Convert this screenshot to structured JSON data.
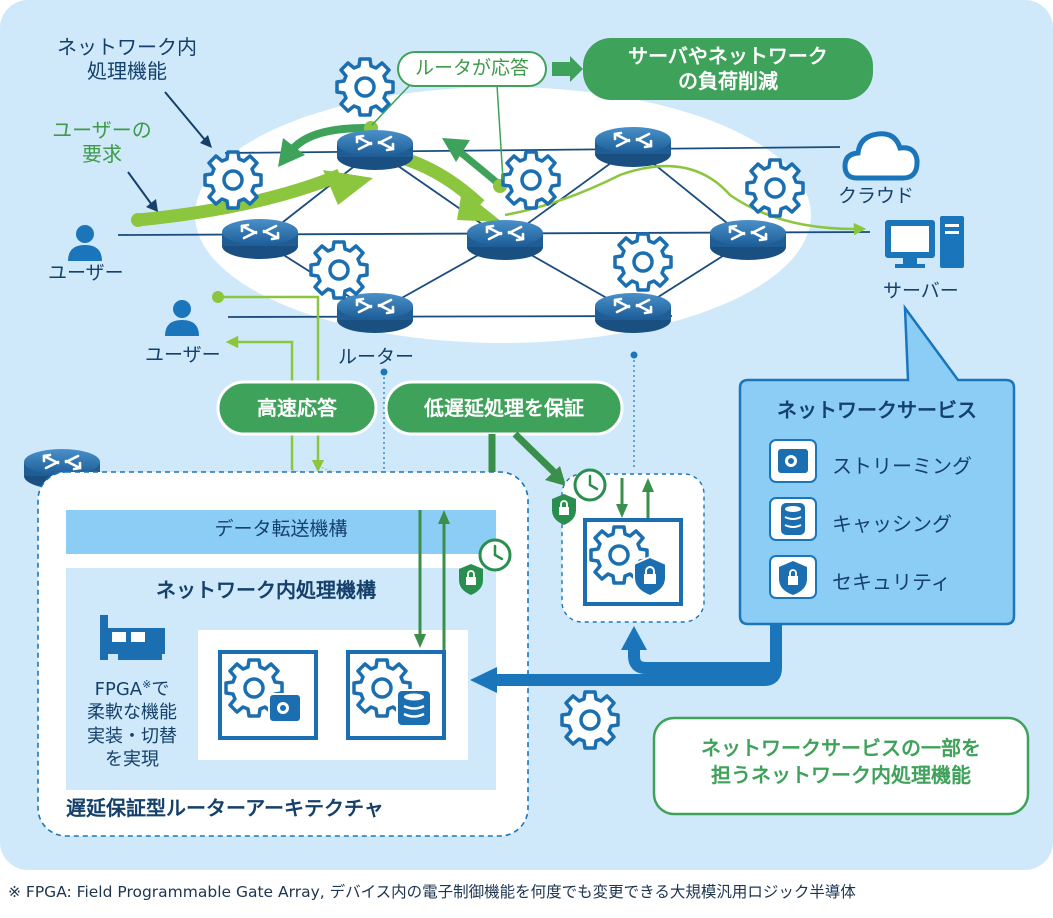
{
  "labels": {
    "in_network_processing": [
      "ネットワーク内",
      "処理機能"
    ],
    "user_request": [
      "ユーザーの",
      "要求"
    ],
    "router_responds": "ルータが応答",
    "load_reduction": [
      "サーバやネットワーク",
      "の負荷削減"
    ],
    "cloud": "クラウド",
    "user_top": "ユーザー",
    "user_bottom": "ユーザー",
    "server": "サーバー",
    "router": "ルーター",
    "fast_response": "高速応答",
    "low_latency": "低遅延処理を保証",
    "data_transfer": "データ転送機構",
    "in_network_mechanism": "ネットワーク内処理機構",
    "fpga_note": [
      "FPGA",
      "※",
      "で",
      "柔軟な機能",
      "実装・切替",
      "を実現"
    ],
    "architecture": "遅延保証型ルーターアーキテクチャ",
    "bottom_message": [
      "ネットワークサービスの一部を",
      "担うネットワーク内処理機能"
    ],
    "footnote": "※ FPGA: Field Programmable Gate Array, デバイス内の電子制御機能を何度でも変更できる大規模汎用ロジック半導体"
  },
  "network_services": {
    "title": "ネットワークサービス",
    "items": [
      {
        "label": "ストリーミング",
        "icon": "camera-icon"
      },
      {
        "label": "キャッシング",
        "icon": "database-icon"
      },
      {
        "label": "セキュリティ",
        "icon": "shield-lock-icon"
      }
    ]
  },
  "colors": {
    "background": "#cfe9fb",
    "ellipse": "#ffffff",
    "navy": "#15406b",
    "blue": "#1b75bb",
    "green": "#3fa25a",
    "light_green": "#8cc63f",
    "service_box": "#8ccdf6"
  }
}
